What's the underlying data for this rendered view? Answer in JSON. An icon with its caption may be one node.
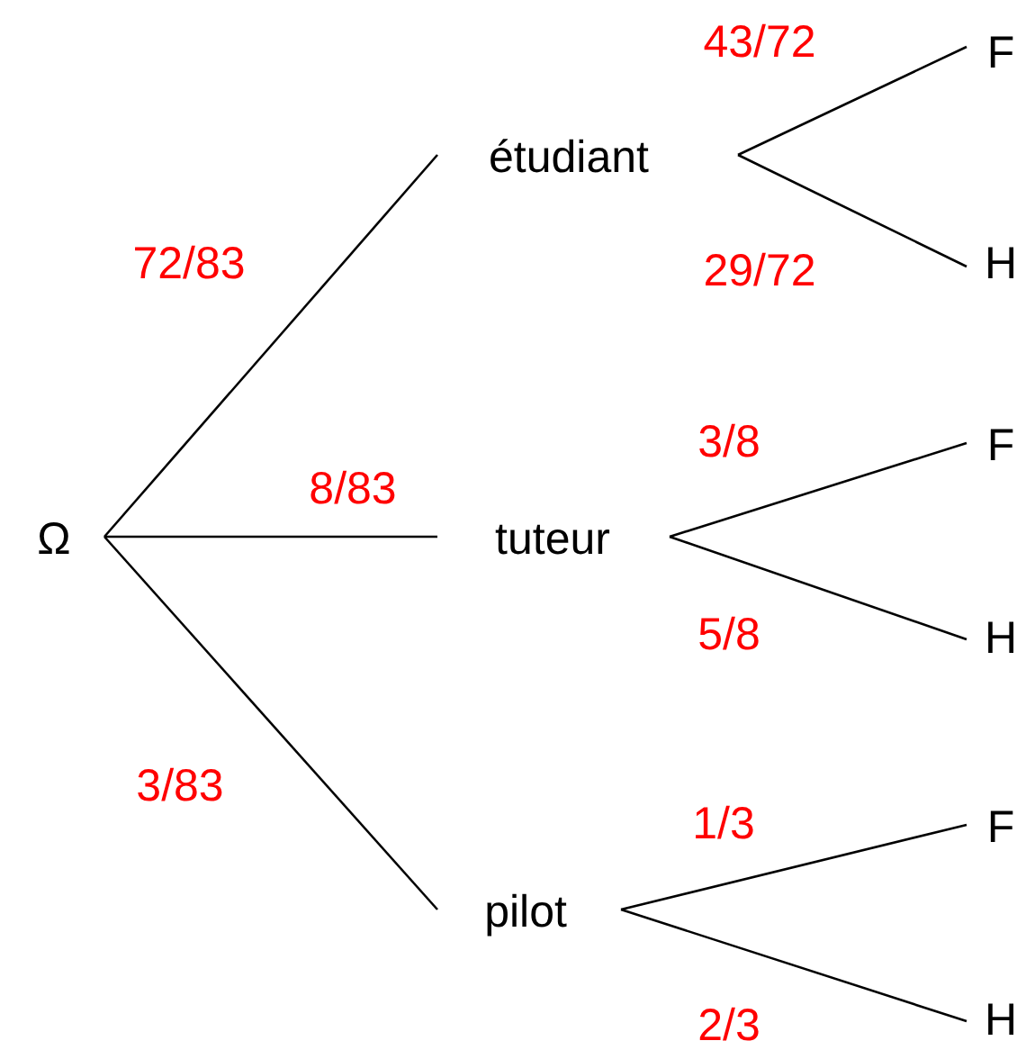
{
  "diagram": {
    "nodes": [
      {
        "text": [
          "Ω"
        ]
      },
      {
        "text": [
          "étudiant"
        ]
      },
      {
        "text": [
          "F"
        ]
      },
      {
        "text": [
          "H"
        ]
      },
      {
        "text": [
          "tuteur"
        ]
      },
      {
        "text": [
          "F"
        ]
      },
      {
        "text": [
          "H"
        ]
      },
      {
        "text": [
          "pilot"
        ]
      },
      {
        "text": [
          "F"
        ]
      },
      {
        "text": [
          "H"
        ]
      }
    ],
    "edges": [
      {
        "from": 0,
        "to": 1,
        "arrow": "none",
        "label": "72/83"
      },
      {
        "from": 0,
        "to": 4,
        "arrow": "none",
        "label": "8/83"
      },
      {
        "from": 0,
        "to": 7,
        "arrow": "none",
        "label": "3/83"
      },
      {
        "from": 1,
        "to": 2,
        "arrow": "none",
        "label": "43/72"
      },
      {
        "from": 1,
        "to": 3,
        "arrow": "none",
        "label": "29/72"
      },
      {
        "from": 4,
        "to": 5,
        "arrow": "none",
        "label": "3/8"
      },
      {
        "from": 4,
        "to": 6,
        "arrow": "none",
        "label": "5/8"
      },
      {
        "from": 7,
        "to": 8,
        "arrow": "none",
        "label": "1/3"
      },
      {
        "from": 7,
        "to": 9,
        "arrow": "none",
        "label": "2/3"
      }
    ]
  }
}
